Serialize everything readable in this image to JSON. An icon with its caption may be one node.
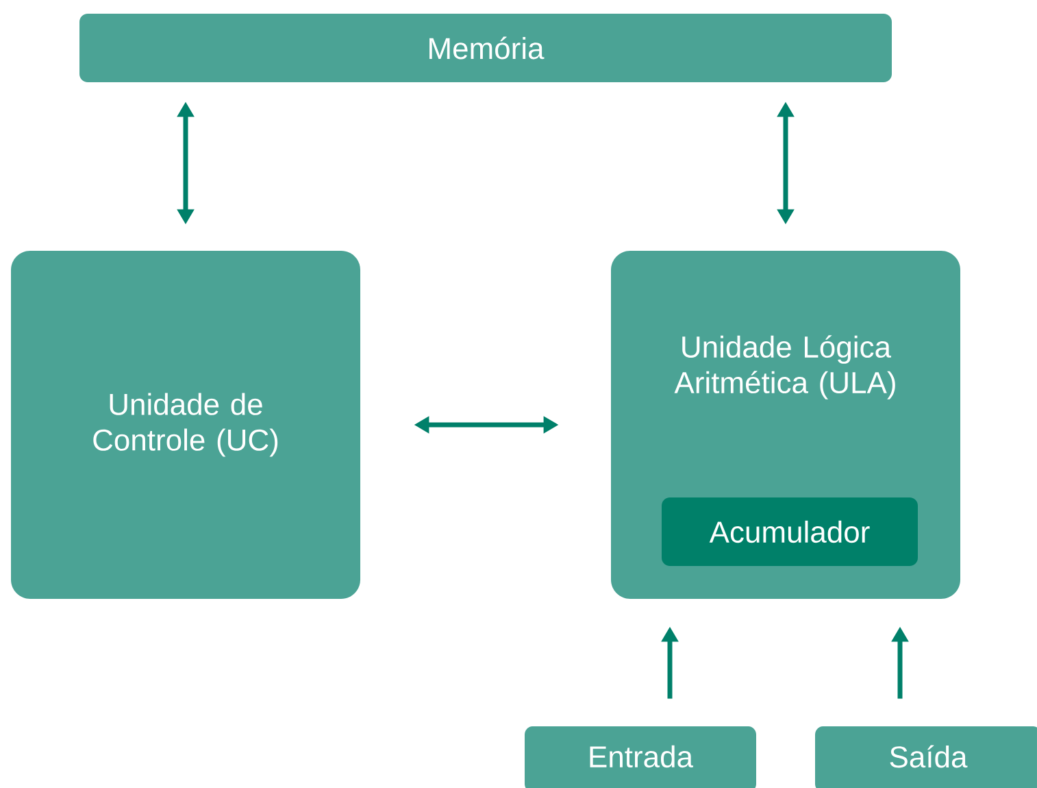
{
  "diagram": {
    "nodes": [
      {
        "text": [
          "Memória"
        ]
      },
      {
        "text": [
          "Unidade de Controle (UC)"
        ]
      },
      {
        "text": [
          "Unidade Lógica Aritmética (ULA)"
        ]
      },
      {
        "text": [
          "Acumulador"
        ],
        "in": 2
      },
      {
        "text": [
          "Entrada"
        ]
      },
      {
        "text": [
          "Saída"
        ]
      }
    ],
    "edges": [
      {
        "from": 0,
        "to": 1,
        "arrow": "both"
      },
      {
        "from": 0,
        "to": 2,
        "arrow": "both"
      },
      {
        "from": 1,
        "to": 2,
        "arrow": "both"
      },
      {
        "from": 4,
        "to": 2,
        "arrow": "to"
      },
      {
        "from": 5,
        "to": 2,
        "arrow": "to"
      }
    ]
  }
}
